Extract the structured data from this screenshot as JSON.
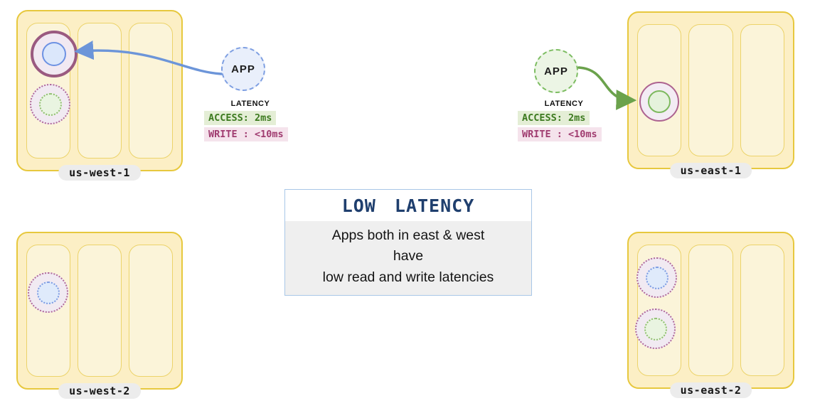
{
  "regions": [
    {
      "id": "us-west-1",
      "label": "us-west-1"
    },
    {
      "id": "us-east-1",
      "label": "us-east-1"
    },
    {
      "id": "us-west-2",
      "label": "us-west-2"
    },
    {
      "id": "us-east-2",
      "label": "us-east-2"
    }
  ],
  "apps": {
    "west": {
      "label": "APP",
      "latency_title": "LATENCY",
      "access_row": "ACCESS: 2ms",
      "write_row": "WRITE : <10ms"
    },
    "east": {
      "label": "APP",
      "latency_title": "LATENCY",
      "access_row": "ACCESS: 2ms",
      "write_row": "WRITE : <10ms"
    }
  },
  "callout": {
    "title": "LOW LATENCY",
    "lines": [
      "Apps both in east & west",
      "have",
      "low read and write latencies"
    ]
  },
  "colors": {
    "region_fill": "#fcefc5",
    "region_border": "#e7c83e",
    "zone_fill": "#fbf4d9",
    "zone_border": "#ecd36a",
    "label_pill_bg": "#ececec",
    "node_solid_border_west": "#9a5a80",
    "node_solid_border_east": "#ad6390",
    "node_dotted_border": "#b0699a",
    "node_fill": "#f1e9f2",
    "inner_blue": "#6d92e3",
    "inner_blue_fill": "#dbe7fb",
    "inner_green": "#7db95e",
    "inner_green_fill": "#e5f2dc",
    "app_west_border": "#7e9fe2",
    "app_west_fill": "#e9effb",
    "app_east_border": "#7dbd62",
    "app_east_fill": "#ecf5e5",
    "access_bg": "#e4eed6",
    "access_text": "#3c7a1f",
    "write_bg": "#f5e3ec",
    "write_text": "#a03c70",
    "arrow_west": "#6c95d9",
    "arrow_east": "#6ba24c",
    "callout_border": "#a8c7e7",
    "callout_body_bg": "#efefef",
    "callout_title_color": "#1f3f6e"
  }
}
